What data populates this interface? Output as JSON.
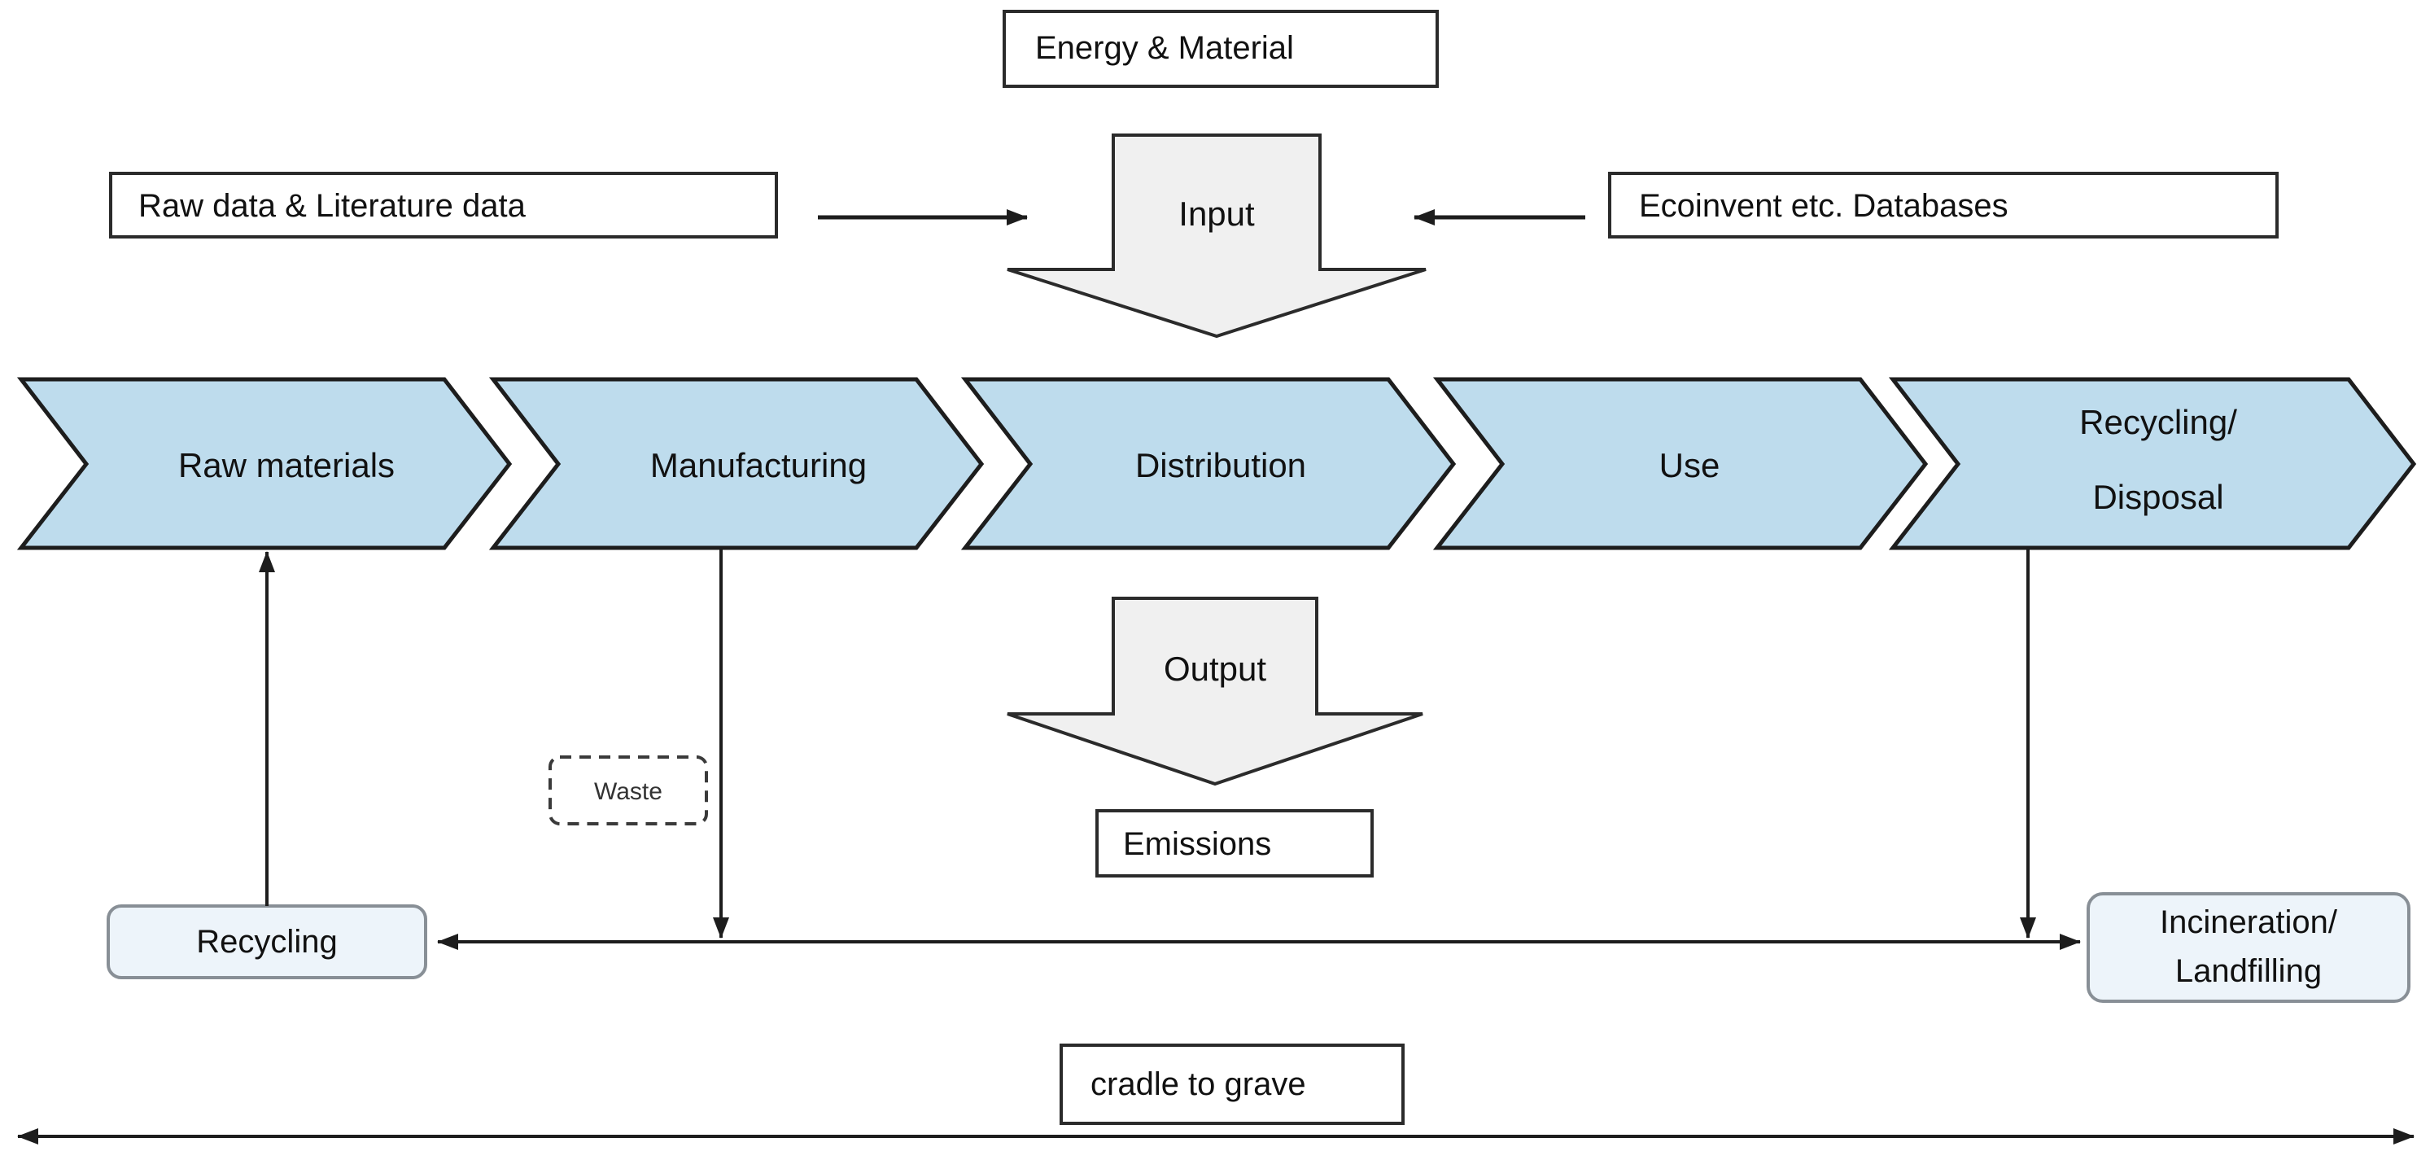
{
  "diagram": {
    "title_boxes": {
      "energy_material": "Energy & Material",
      "raw_literature": "Raw data & Literature data",
      "ecoinvent": "Ecoinvent etc. Databases",
      "emissions": "Emissions",
      "cradle_to_grave": "cradle to grave"
    },
    "block_arrows": {
      "input": "Input",
      "output": "Output"
    },
    "lifecycle_stages": [
      {
        "id": "raw-materials",
        "label": "Raw materials",
        "lines": [
          "Raw materials"
        ]
      },
      {
        "id": "manufacturing",
        "label": "Manufacturing",
        "lines": [
          "Manufacturing"
        ]
      },
      {
        "id": "distribution",
        "label": "Distribution",
        "lines": [
          "Distribution"
        ]
      },
      {
        "id": "use",
        "label": "Use",
        "lines": [
          "Use"
        ]
      },
      {
        "id": "recycling-disposal",
        "label": "Recycling/ Disposal",
        "lines": [
          "Recycling/",
          "Disposal"
        ]
      }
    ],
    "end_nodes": {
      "waste": "Waste",
      "recycling": "Recycling",
      "incineration": {
        "line1": "Incineration/",
        "line2": "Landfilling"
      }
    },
    "colors": {
      "chevron_fill": "#bedced",
      "chevron_stroke": "#1d1d1d",
      "block_arrow_fill": "#f0f0f0",
      "rounded_fill": "#edf4fa",
      "rounded_stroke": "#888f96",
      "line": "#1d1d1d",
      "text": "#111111",
      "background": "#ffffff"
    }
  }
}
